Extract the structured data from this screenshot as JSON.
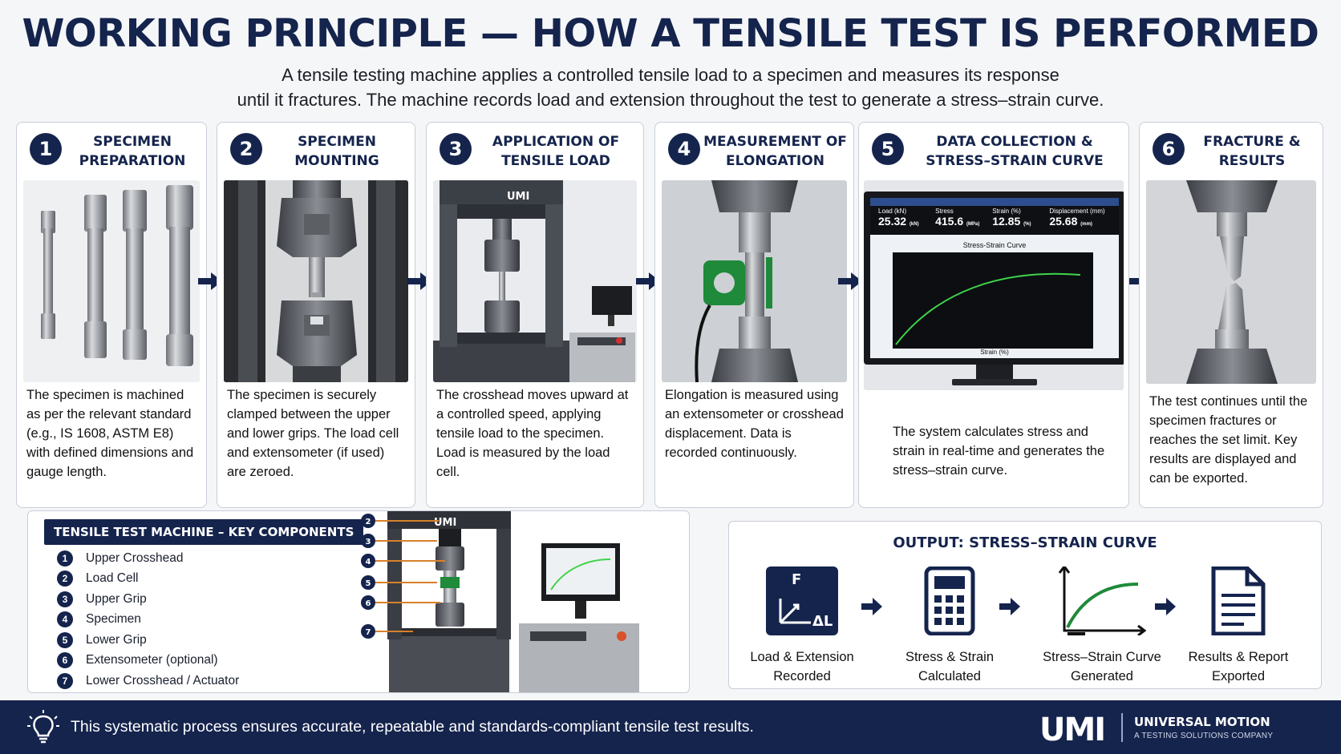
{
  "header": {
    "title": "WORKING PRINCIPLE — HOW A TENSILE TEST IS PERFORMED",
    "subtitle_line1": "A tensile testing machine applies a controlled tensile load to a specimen and measures its response",
    "subtitle_line2": "until it fractures. The machine records load and extension throughout the test to generate a stress–strain curve."
  },
  "steps": [
    {
      "num": "1",
      "title": "SPECIMEN\nPREPARATION",
      "text": "The specimen is machined as per the relevant standard (e.g., IS 1608, ASTM E8) with defined dimensions and gauge length."
    },
    {
      "num": "2",
      "title": "SPECIMEN\nMOUNTING",
      "text": "The specimen is securely clamped between the upper and lower grips. The load cell and extensometer (if used) are zeroed."
    },
    {
      "num": "3",
      "title": "APPLICATION OF\nTENSILE LOAD",
      "text": "The crosshead moves upward at a controlled speed, applying tensile load to the specimen. Load is measured by the load cell."
    },
    {
      "num": "4",
      "title": "MEASUREMENT OF\nELONGATION",
      "text": "Elongation is measured using an extensometer or crosshead displacement. Data is recorded continuously."
    },
    {
      "num": "5",
      "title": "DATA COLLECTION &\nSTRESS–STRAIN CURVE",
      "text": "The system calculates stress and strain in real-time and generates the stress–strain curve."
    },
    {
      "num": "6",
      "title": "FRACTURE &\nRESULTS",
      "text": "The test continues until the specimen fractures or reaches the set limit. Key results are displayed and can be exported."
    }
  ],
  "screen": {
    "readouts": [
      {
        "label": "Load (kN)",
        "value": "25.32",
        "unit": "(kN)"
      },
      {
        "label": "Stress",
        "value": "415.6",
        "unit": "(MPa)"
      },
      {
        "label": "Strain (%)",
        "value": "12.85",
        "unit": "(%)"
      },
      {
        "label": "Displacement (mm)",
        "value": "25.68",
        "unit": "(mm)"
      }
    ],
    "chart_title": "Stress-Strain Curve",
    "xlabel": "Strain (%)"
  },
  "components": {
    "header": "TENSILE TEST MACHINE – KEY COMPONENTS",
    "items": [
      {
        "n": "1",
        "label": "Upper Crosshead"
      },
      {
        "n": "2",
        "label": "Load Cell"
      },
      {
        "n": "3",
        "label": "Upper Grip"
      },
      {
        "n": "4",
        "label": "Specimen"
      },
      {
        "n": "5",
        "label": "Lower Grip"
      },
      {
        "n": "6",
        "label": "Extensometer (optional)"
      },
      {
        "n": "7",
        "label": "Lower Crosshead / Actuator"
      }
    ],
    "machine_logo": "UMI"
  },
  "output": {
    "title": "OUTPUT: STRESS–STRAIN CURVE",
    "items": [
      {
        "label": "Load & Extension\nRecorded",
        "icon": "load-extension-icon",
        "f": "F",
        "dl": "ΔL"
      },
      {
        "label": "Stress & Strain\nCalculated",
        "icon": "calculator-icon"
      },
      {
        "label": "Stress–Strain Curve\nGenerated",
        "icon": "curve-icon"
      },
      {
        "label": "Results & Report\nExported",
        "icon": "report-icon"
      }
    ]
  },
  "footer": {
    "text": "This systematic process ensures accurate, repeatable and standards-compliant tensile test results.",
    "brand_logo": "UMI",
    "brand_name": "UNIVERSAL MOTION",
    "brand_sub": "A TESTING SOLUTIONS COMPANY"
  },
  "colors": {
    "navy": "#15244d",
    "accent_green": "#1e8a3a",
    "curve_green": "#3fd34a"
  }
}
